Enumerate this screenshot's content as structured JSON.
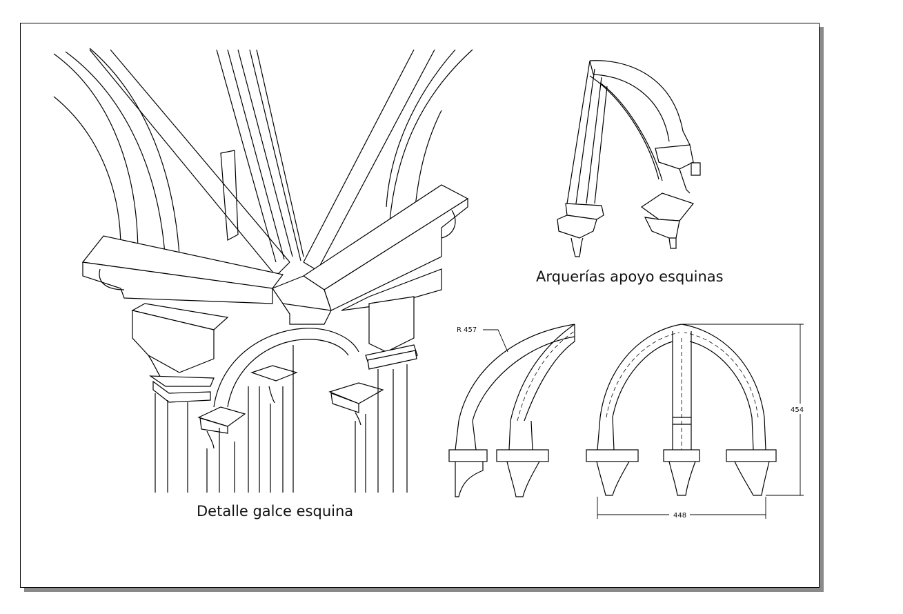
{
  "captions": {
    "detail": "Detalle galce esquina",
    "arcades": "Arquerías apoyo esquinas"
  },
  "dimensions": {
    "radius": "R 457",
    "height": "454",
    "width": "448"
  },
  "colors": {
    "paper": "#ffffff",
    "line": "#000000",
    "shadow": "#8a8a8a"
  }
}
